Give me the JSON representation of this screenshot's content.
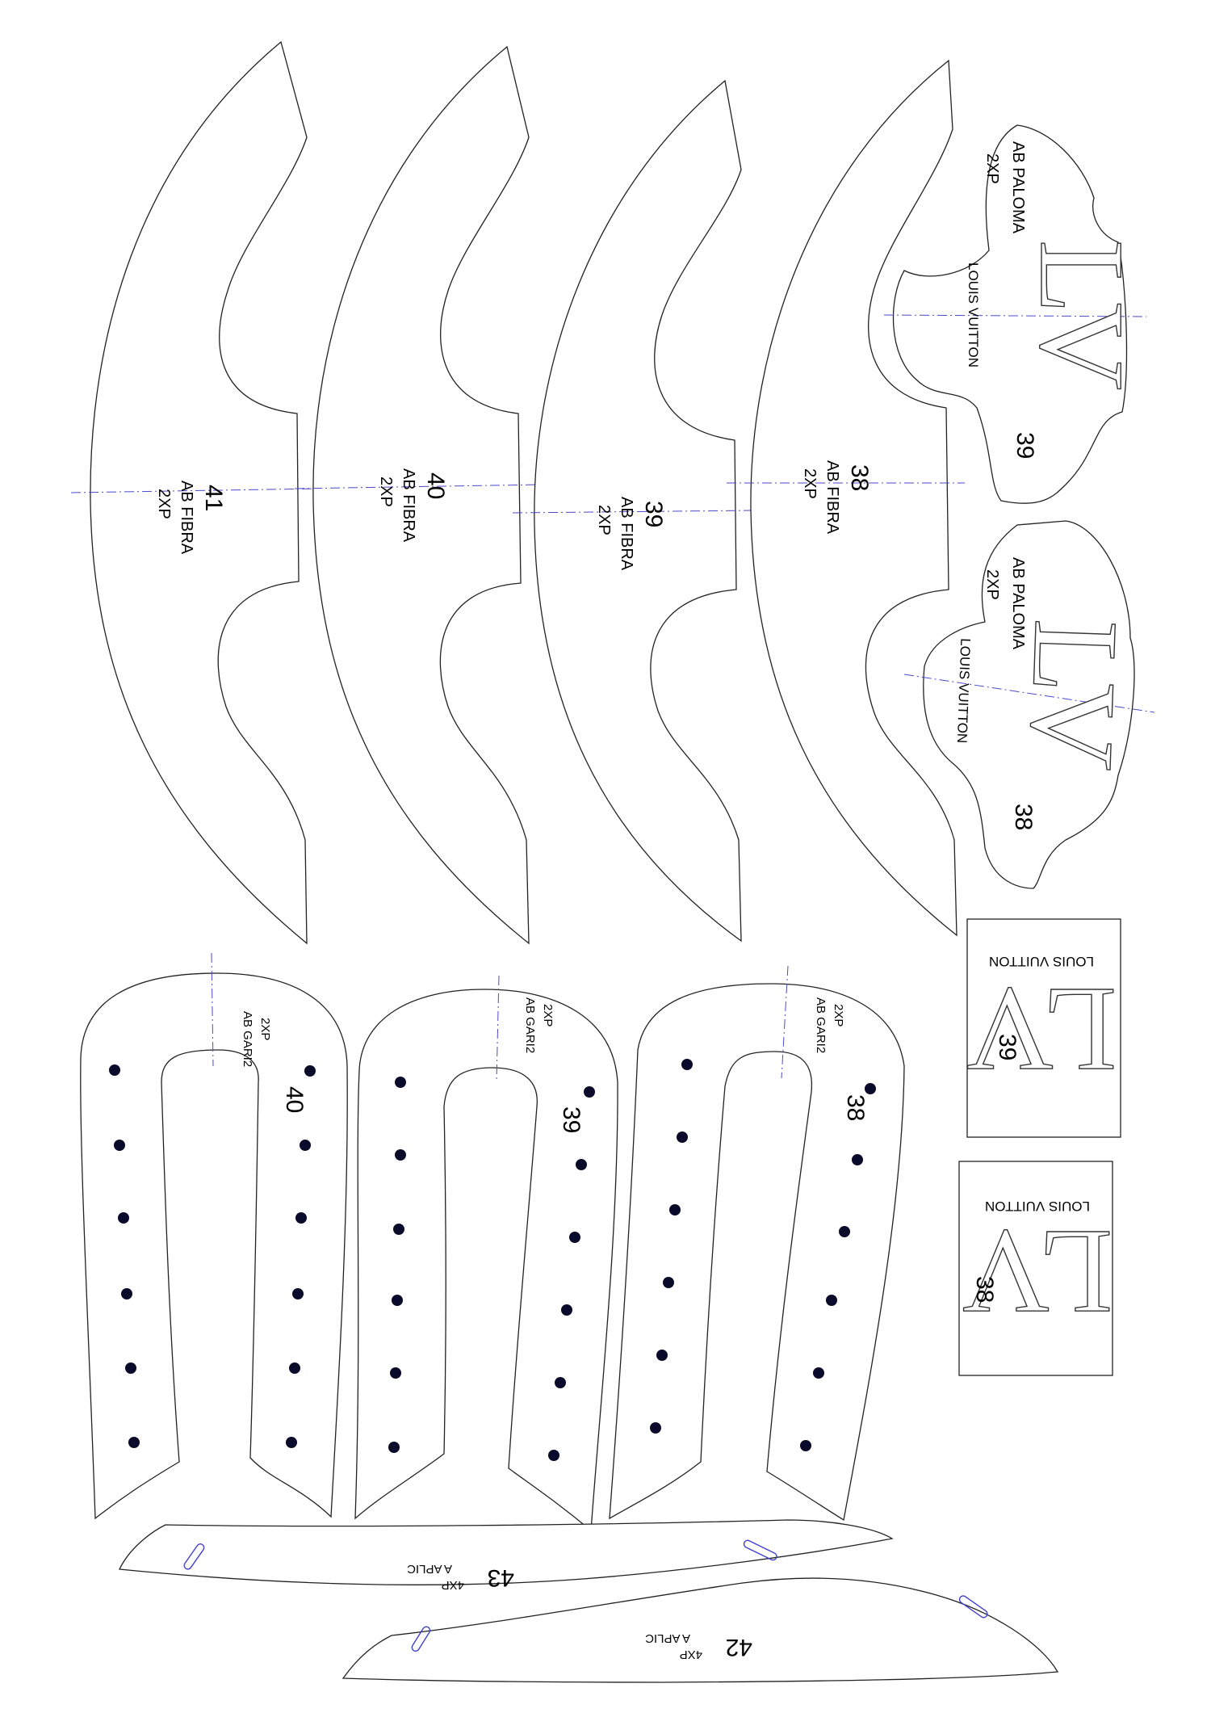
{
  "fibra_pieces": [
    {
      "size": "41",
      "name": "AB FIBRA",
      "qty": "2XP"
    },
    {
      "size": "40",
      "name": "AB FIBRA",
      "qty": "2XP"
    },
    {
      "size": "39",
      "name": "AB FIBRA",
      "qty": "2XP"
    },
    {
      "size": "38",
      "name": "AB FIBRA",
      "qty": "2XP"
    }
  ],
  "paloma_pieces": [
    {
      "size": "39",
      "name": "AB PALOMA",
      "qty": "2XP",
      "brand": "LOUIS VUITTON",
      "logo": "LV"
    },
    {
      "size": "38",
      "name": "AB PALOMA",
      "qty": "2XP",
      "brand": "LOUIS VUITTON",
      "logo": "LV"
    }
  ],
  "logo_squares": [
    {
      "size": "39",
      "brand": "LOUIS VUITTON",
      "logo": "LV"
    },
    {
      "size": "38",
      "brand": "LOUIS VUITTON",
      "logo": "LV"
    }
  ],
  "gari_pieces": [
    {
      "size": "40",
      "name": "AB GARI2",
      "qty": "2XP"
    },
    {
      "size": "39",
      "name": "AB GARI2",
      "qty": "2XP"
    },
    {
      "size": "38",
      "name": "AB GARI2",
      "qty": "2XP"
    }
  ],
  "aplic_pieces": [
    {
      "size": "43",
      "name": "A APLIC",
      "qty": "4XP"
    },
    {
      "size": "42",
      "name": "A APLIC",
      "qty": "4XP"
    }
  ]
}
